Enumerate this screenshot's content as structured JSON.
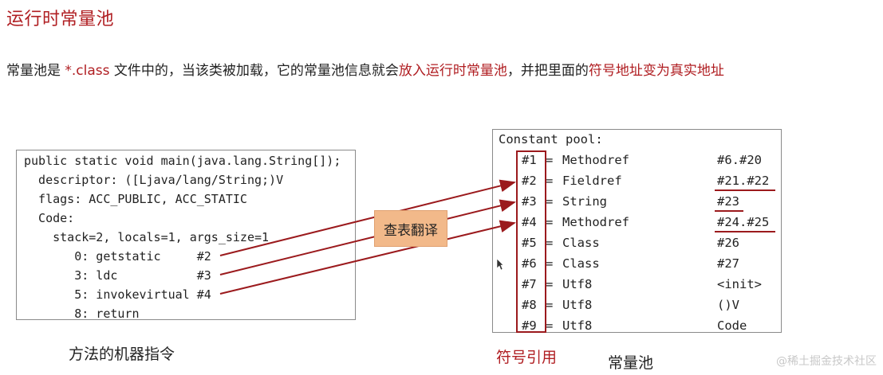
{
  "title": "运行时常量池",
  "description": {
    "part1": "常量池是 ",
    "highlight1": "*.class",
    "part2": " 文件中的，当该类被加载，它的常量池信息就会",
    "highlight2": "放入运行时常量池",
    "part3": "，并把里面的",
    "highlight3": "符号地址变为真实地址"
  },
  "code": {
    "lines": [
      "public static void main(java.lang.String[]);",
      "  descriptor: ([Ljava/lang/String;)V",
      "  flags: ACC_PUBLIC, ACC_STATIC",
      "  Code:",
      "    stack=2, locals=1, args_size=1",
      "       0: getstatic     #2",
      "       3: ldc           #3",
      "       5: invokevirtual #4",
      "       8: return"
    ]
  },
  "constant_pool": {
    "header": "Constant pool:",
    "entries": [
      {
        "ref": "#1",
        "eq": "=",
        "type": "Methodref",
        "value": "#6.#20"
      },
      {
        "ref": "#2",
        "eq": "=",
        "type": "Fieldref",
        "value": "#21.#22"
      },
      {
        "ref": "#3",
        "eq": "=",
        "type": "String",
        "value": "#23"
      },
      {
        "ref": "#4",
        "eq": "=",
        "type": "Methodref",
        "value": "#24.#25"
      },
      {
        "ref": "#5",
        "eq": "=",
        "type": "Class",
        "value": "#26"
      },
      {
        "ref": "#6",
        "eq": "=",
        "type": "Class",
        "value": "#27"
      },
      {
        "ref": "#7",
        "eq": "=",
        "type": "Utf8",
        "value": "<init>"
      },
      {
        "ref": "#8",
        "eq": "=",
        "type": "Utf8",
        "value": "()V"
      },
      {
        "ref": "#9",
        "eq": "=",
        "type": "Utf8",
        "value": "Code"
      }
    ]
  },
  "lookup_label": "查表翻译",
  "captions": {
    "machine_instructions": "方法的机器指令",
    "symbolic_reference": "符号引用",
    "constant_pool": "常量池"
  },
  "watermark": "@稀土掘金技术社区",
  "colors": {
    "accent": "#b01e22",
    "label_bg": "#f2b98a",
    "arrow": "#9b1a1d"
  }
}
